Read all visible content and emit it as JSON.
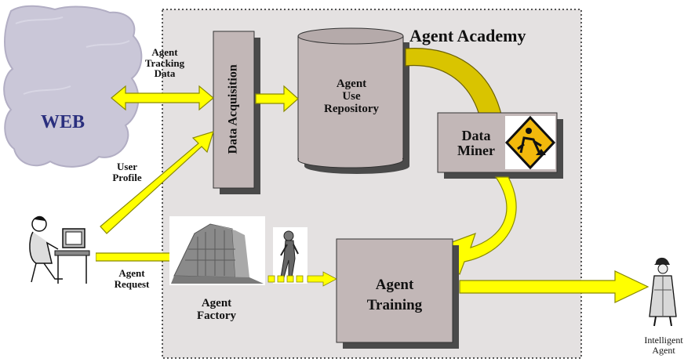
{
  "title": "Agent Academy",
  "web_label": "WEB",
  "tracking_label": [
    "Agent",
    "Tracking",
    "Data"
  ],
  "user_profile_label": [
    "User",
    "Profile"
  ],
  "agent_request_label": [
    "Agent",
    "Request"
  ],
  "data_acquisition_label": "Data Acquisition",
  "repository_label": [
    "Agent",
    "Use",
    "Repository"
  ],
  "data_miner_label": [
    "Data",
    "Miner"
  ],
  "agent_factory_label": [
    "Agent",
    "Factory"
  ],
  "agent_training_label": [
    "Agent",
    "Training"
  ],
  "intelligent_agent_label": [
    "Intelligent",
    "Agent"
  ],
  "colors": {
    "arrow_yellow": "#ffff00",
    "arrow_outline": "#8a8a00",
    "miner_arc": "#d9c400",
    "academy_bg": "#e4e1e1",
    "box_fill": "#c2b7b7",
    "shadow": "#4a4a4a",
    "cloud": "#cac7d8",
    "web_text": "#2a2f7e"
  },
  "icons": [
    "cloud-icon",
    "user-at-computer-icon",
    "factory-building-icon",
    "walking-agent-icon",
    "construction-sign-icon",
    "detective-agent-icon"
  ]
}
